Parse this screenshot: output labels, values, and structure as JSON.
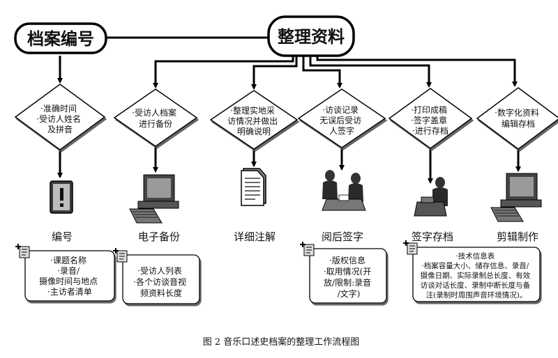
{
  "top": {
    "left_title": "档案编号",
    "right_title": "整理资料"
  },
  "diamonds": [
    {
      "lines": [
        "·准确时间",
        "·受访人姓名",
        "及拼音"
      ]
    },
    {
      "lines": [
        "·受访人档案",
        "进行备份"
      ]
    },
    {
      "lines": [
        "·整理实地采",
        "访情况并做出",
        "明确说明"
      ]
    },
    {
      "lines": [
        "·访谈记录",
        "无误后受访",
        "人签字"
      ]
    },
    {
      "lines": [
        "·打印成稿",
        "·签字盖章",
        "·进行存档"
      ]
    },
    {
      "lines": [
        "·数字化资料",
        "编辑存档"
      ]
    }
  ],
  "icons": [
    "warning-sign-icon",
    "computer-icon",
    "document-icon",
    "signing-people-icon",
    "archive-worker-icon",
    "computer-icon"
  ],
  "labels": [
    "编号",
    "电子备份",
    "详细注解",
    "阅后签字",
    "签字存档",
    "剪辑制作"
  ],
  "notes": [
    {
      "lines": [
        "·课题名称",
        "·录音/",
        "摄像时间与地点",
        "·主访者清单"
      ]
    },
    {
      "lines": [
        "·受访人列表",
        "·各个访谈音视",
        "频资料长度"
      ]
    },
    {
      "lines": [
        "·版权信息",
        "·取用情况(开",
        "放/限制:录音",
        "/文字)"
      ]
    },
    {
      "lines": [
        "·技术信息表",
        "·档案容量大小、储存信息、录音/",
        "摄像日期、实际录制总长度、有效",
        "访谈对话长度、录制中断长度与备",
        "注(录制时周围声音环境情况)。"
      ]
    }
  ],
  "caption": "图 2   音乐口述史档案的整理工作流程图"
}
